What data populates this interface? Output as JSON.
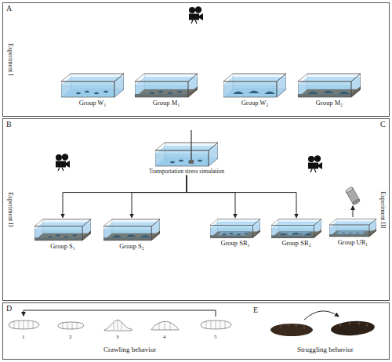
{
  "diagram": {
    "nodes": [
      {
        "text": [
          "A",
          "Experiment I"
        ]
      },
      {
        "text": [
          "Group W₁"
        ],
        "in": 0
      },
      {
        "text": [
          "Group M₁"
        ],
        "in": 0
      },
      {
        "text": [
          "Group W₂"
        ],
        "in": 0
      },
      {
        "text": [
          "Group M₂"
        ],
        "in": 0
      },
      {
        "text": [
          "B",
          "Experiment II",
          "C",
          "Experiment III"
        ]
      },
      {
        "text": [
          "Transportation stress simulation"
        ],
        "in": 5
      },
      {
        "text": [
          "Group S₁"
        ],
        "in": 5
      },
      {
        "text": [
          "Group S₂"
        ],
        "in": 5
      },
      {
        "text": [
          "Group SR₁"
        ],
        "in": 5
      },
      {
        "text": [
          "Group SR₂"
        ],
        "in": 5
      },
      {
        "text": [
          "Group UR₁"
        ],
        "in": 5
      },
      {
        "text": [
          "D",
          "Crawling behavior"
        ]
      },
      {
        "text": [
          "E",
          "Struggling behavior"
        ]
      }
    ],
    "edges": [
      {
        "from": 6,
        "to": 7,
        "arrow": "to"
      },
      {
        "from": 6,
        "to": 8,
        "arrow": "to"
      },
      {
        "from": 6,
        "to": 9,
        "arrow": "to"
      },
      {
        "from": 6,
        "to": 10,
        "arrow": "to"
      }
    ],
    "labels": [
      "1",
      "2",
      "3",
      "4",
      "5"
    ]
  }
}
